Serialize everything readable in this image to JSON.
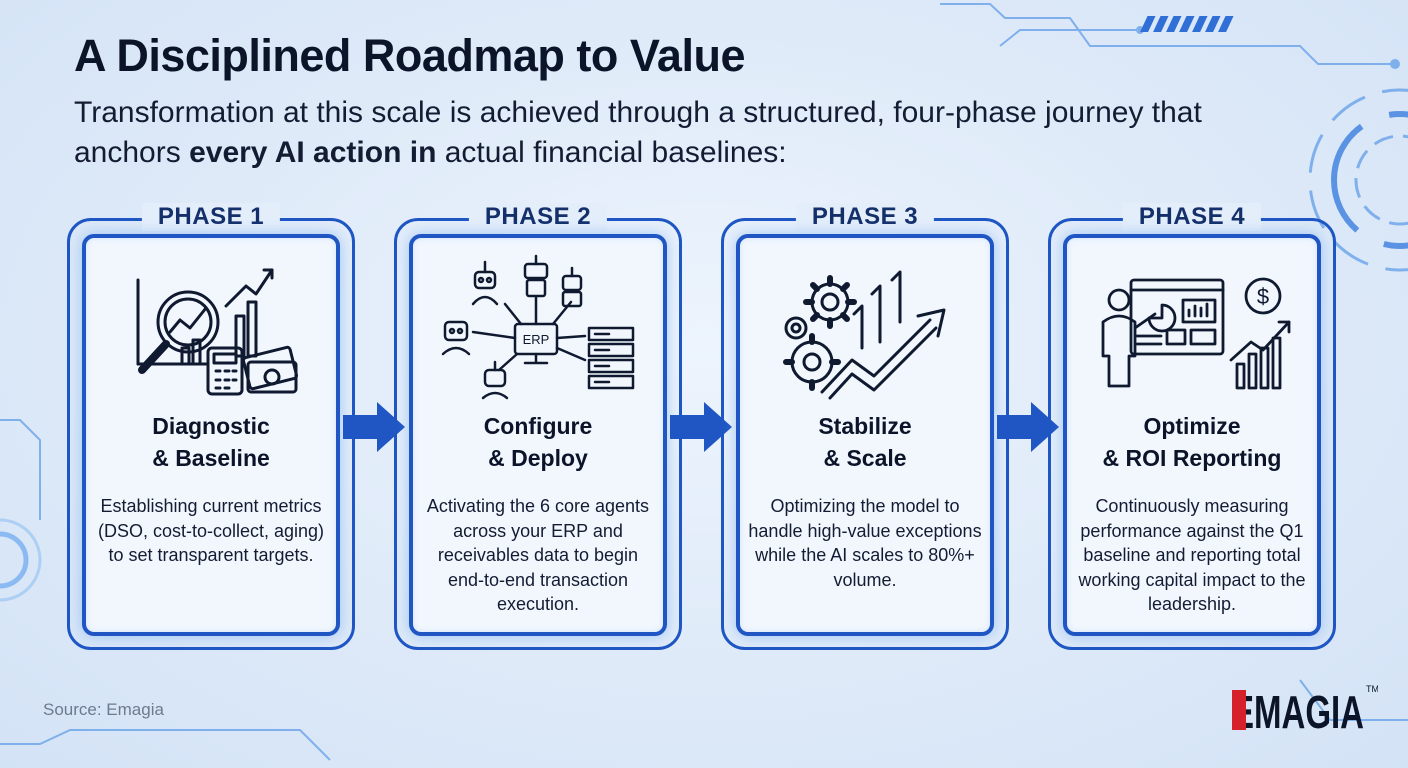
{
  "header": {
    "title": "A Disciplined Roadmap to Value",
    "subtitle_part1": "Transformation at this scale is achieved through a structured, four-phase journey that anchors ",
    "subtitle_bold": "every AI action in",
    "subtitle_part2": " actual financial baselines:"
  },
  "phases": [
    {
      "label": "PHASE 1",
      "title_line1": "Diagnostic",
      "title_line2": "& Baseline",
      "description": "Establishing current metrics (DSO, cost-to-collect, aging) to set transparent targets.",
      "icon": "analytics-magnifier-icon"
    },
    {
      "label": "PHASE 2",
      "title_line1": "Configure",
      "title_line2": "& Deploy",
      "description": "Activating the 6 core agents across your ERP and receivables data to begin end-to-end transaction execution.",
      "icon": "erp-agents-network-icon",
      "icon_text": "ERP"
    },
    {
      "label": "PHASE 3",
      "title_line1": "Stabilize",
      "title_line2": "& Scale",
      "description": "Optimizing the model to handle high-value exceptions while the AI scales to 80%+ volume.",
      "icon": "gears-growth-arrows-icon"
    },
    {
      "label": "PHASE 4",
      "title_line1": "Optimize",
      "title_line2": "& ROI Reporting",
      "description": "Continuously measuring performance against the Q1 baseline and reporting total working capital impact to the leadership.",
      "icon": "presenter-roi-icon",
      "icon_text": "$"
    }
  ],
  "footer": {
    "source": "Source: Emagia",
    "logo_text": "EMAGIA",
    "logo_tm": "TM"
  },
  "colors": {
    "accent_blue": "#1f56c4",
    "title_text": "#0b1428",
    "logo_red": "#d6202a"
  }
}
